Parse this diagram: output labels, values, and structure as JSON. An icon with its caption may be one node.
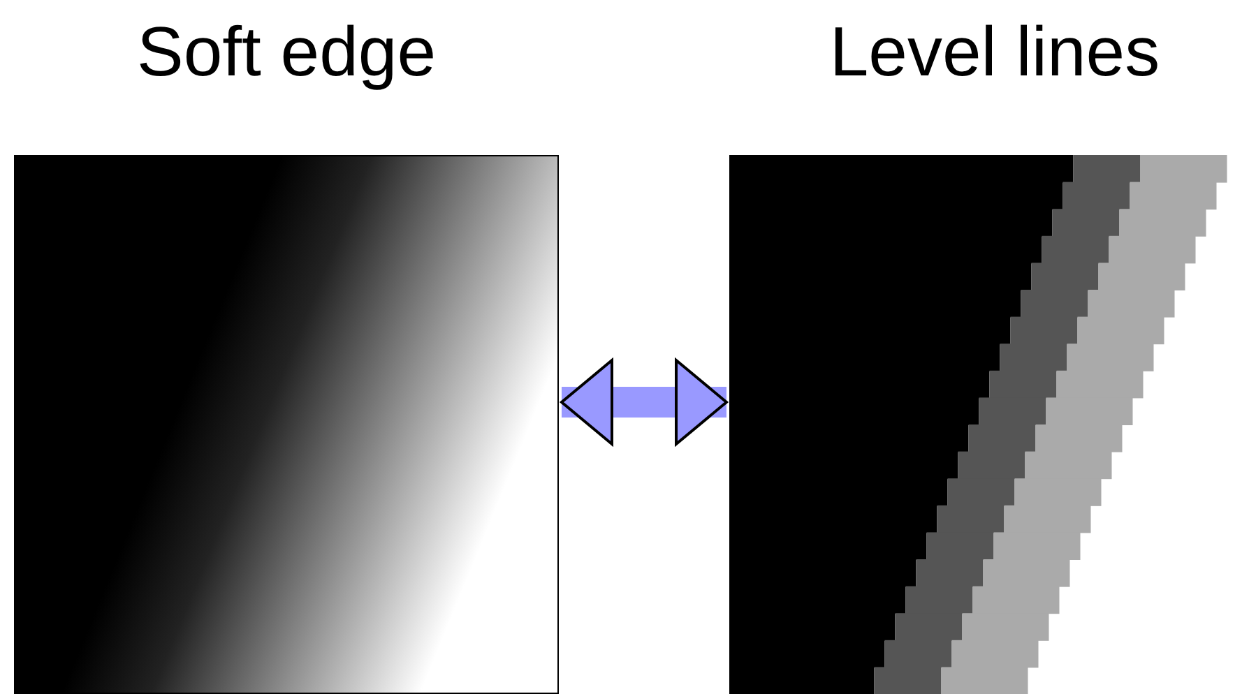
{
  "diagram": {
    "nodes": [
      {
        "text": [
          "Soft edge"
        ]
      },
      {
        "text": [
          "Level lines"
        ]
      }
    ],
    "edges": [
      {
        "from": 0,
        "to": 1,
        "arrow": "both"
      }
    ]
  }
}
